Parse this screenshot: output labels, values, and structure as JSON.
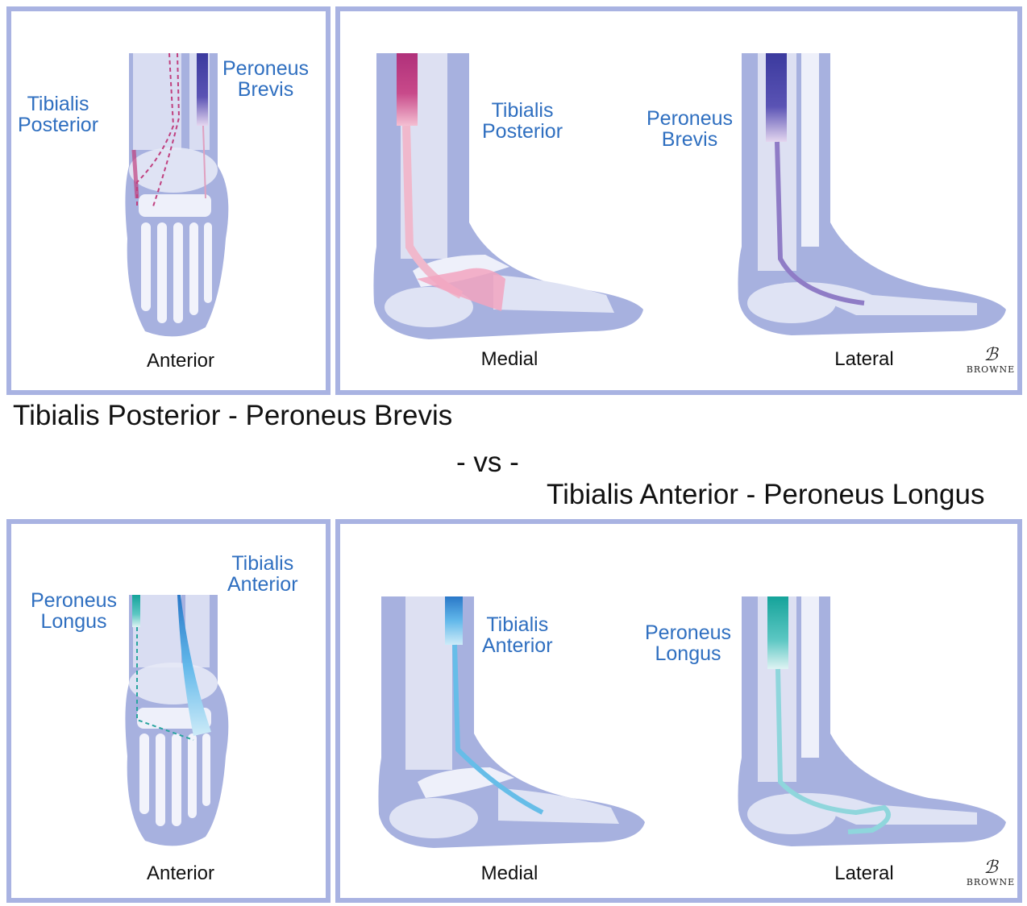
{
  "top": {
    "anterior": {
      "label_a": [
        "Tibialis",
        "Posterior"
      ],
      "label_b": [
        "Peroneus",
        "Brevis"
      ],
      "view": "Anterior"
    },
    "medial": {
      "label": [
        "Tibialis",
        "Posterior"
      ],
      "view": "Medial"
    },
    "lateral": {
      "label": [
        "Peroneus",
        "Brevis"
      ],
      "view": "Lateral"
    },
    "signature": {
      "mark": "ℬ",
      "name": "BROWNE"
    }
  },
  "titles": {
    "first": "Tibialis Posterior - Peroneus Brevis",
    "vs": "- vs -",
    "second": "Tibialis Anterior - Peroneus Longus"
  },
  "bottom": {
    "anterior": {
      "label_a": [
        "Peroneus",
        "Longus"
      ],
      "label_b": [
        "Tibialis",
        "Anterior"
      ],
      "view": "Anterior"
    },
    "medial": {
      "label": [
        "Tibialis",
        "Anterior"
      ],
      "view": "Medial"
    },
    "lateral": {
      "label": [
        "Peroneus",
        "Longus"
      ],
      "view": "Lateral"
    },
    "signature": {
      "mark": "ℬ",
      "name": "BROWNE"
    }
  },
  "colors": {
    "panel_border": "#a9b3e2",
    "leg_shadow": "#a7b1df",
    "bone": "#e6e9f6",
    "label_blue": "#2f6fc0",
    "tibialis_posterior": "#b0307a",
    "peroneus_brevis": "#3b3a9e",
    "tibialis_anterior": "#3d9ee0",
    "peroneus_longus": "#1ba0a4"
  }
}
